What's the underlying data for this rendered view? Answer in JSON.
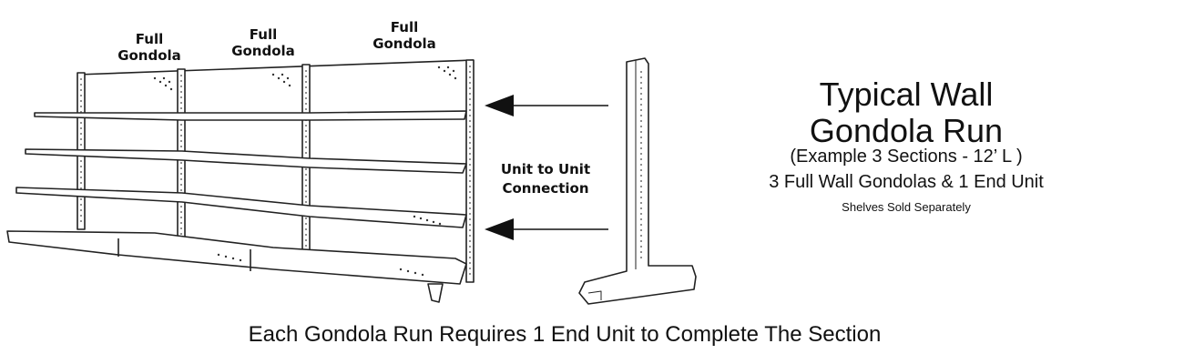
{
  "gondola_labels": [
    "Full\nGondola",
    "Full\nGondola",
    "Full\nGondola"
  ],
  "connection_label": "Unit to Unit\nConnection",
  "title": "Typical Wall\nGondola Run",
  "subtitle_1": "(Example 3 Sections - 12’ L )",
  "subtitle_2": "3 Full Wall Gondolas & 1 End Unit",
  "note": "Shelves Sold Separately",
  "footer": "Each Gondola Run Requires 1 End Unit to Complete The Section"
}
